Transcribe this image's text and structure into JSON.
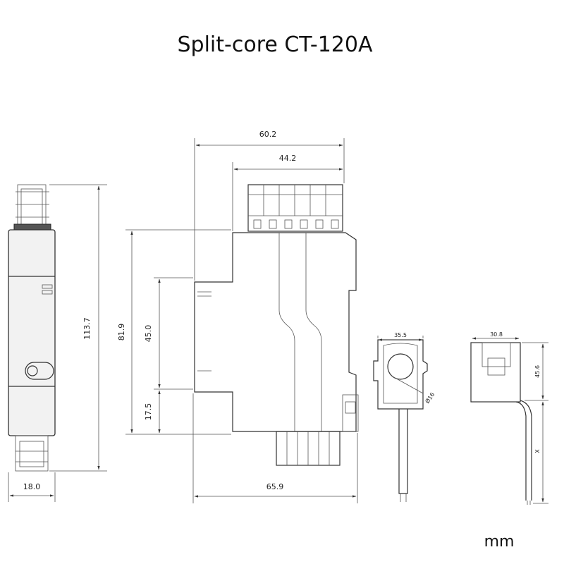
{
  "title": "Split-core CT-120A",
  "unit": "mm",
  "dimensions": {
    "side_height": "113.7",
    "side_width": "18.0",
    "front_total_width": "60.2",
    "front_terminal_width": "44.2",
    "front_height": "81.9",
    "front_mid_height": "45.0",
    "front_lower_height": "17.5",
    "front_base_width": "65.9",
    "ct_front_width": "35.5",
    "ct_hole": "Ø16",
    "ct_side_width": "30.8",
    "ct_side_height": "45.6",
    "ct_cable_length": "X"
  }
}
